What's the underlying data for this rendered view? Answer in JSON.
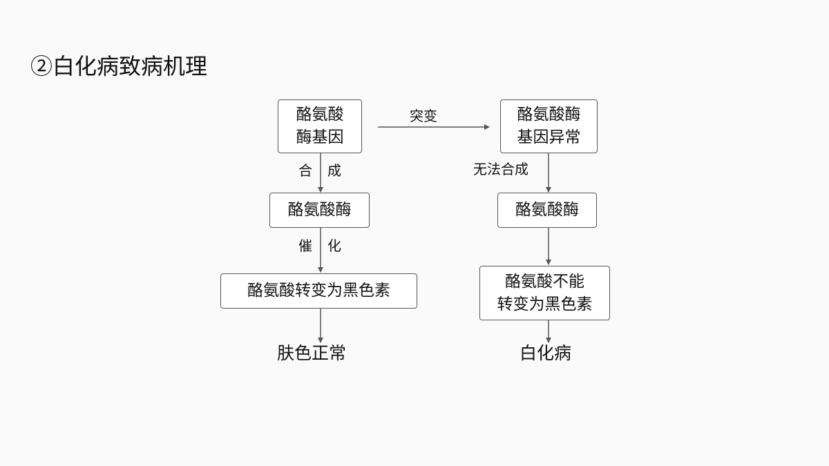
{
  "title": "②白化病致病机理",
  "left": {
    "gene": [
      "酪氨酸",
      "酶基因"
    ],
    "edge1_a": "合",
    "edge1_b": "成",
    "enzyme": "酪氨酸酶",
    "edge2_a": "催",
    "edge2_b": "化",
    "reaction": "酪氨酸转变为黑色素",
    "outcome": "肤色正常"
  },
  "mutation_label": "突变",
  "right": {
    "gene": [
      "酪氨酸酶",
      "基因异常"
    ],
    "edge1": "无法合成",
    "enzyme": "酪氨酸酶",
    "reaction": [
      "酪氨酸不能",
      "转变为黑色素"
    ],
    "outcome": "白化病"
  }
}
